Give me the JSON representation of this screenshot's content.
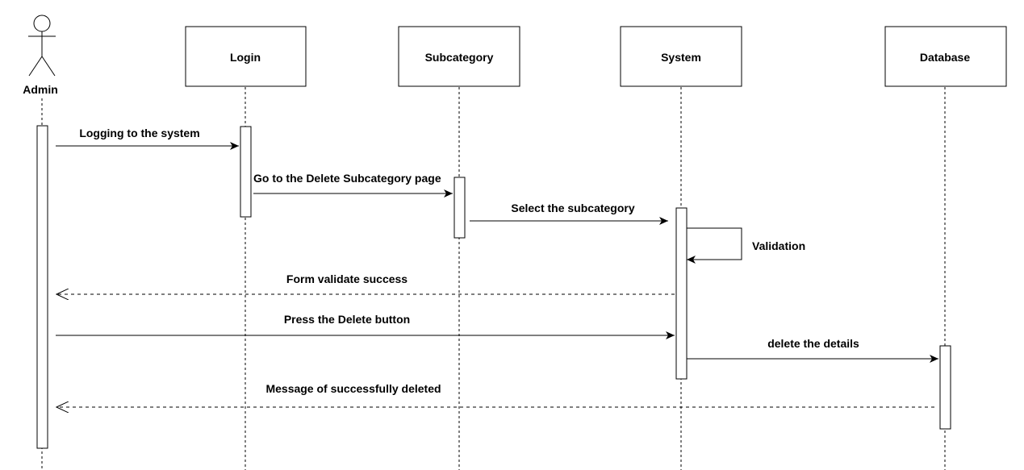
{
  "diagram": {
    "actor": {
      "label": "Admin"
    },
    "participants": [
      {
        "label": "Login"
      },
      {
        "label": "Subcategory"
      },
      {
        "label": "System"
      },
      {
        "label": "Database"
      }
    ],
    "messages": [
      {
        "label": "Logging to the system",
        "from": "Admin",
        "to": "Login",
        "kind": "sync"
      },
      {
        "label": "Go to the Delete Subcategory page",
        "from": "Login",
        "to": "Subcategory",
        "kind": "sync"
      },
      {
        "label": "Select the subcategory",
        "from": "Subcategory",
        "to": "System",
        "kind": "sync"
      },
      {
        "label": "Validation",
        "from": "System",
        "to": "System",
        "kind": "self"
      },
      {
        "label": "Form validate success",
        "from": "System",
        "to": "Admin",
        "kind": "return"
      },
      {
        "label": "Press the Delete button",
        "from": "Admin",
        "to": "System",
        "kind": "sync"
      },
      {
        "label": "delete the details",
        "from": "System",
        "to": "Database",
        "kind": "sync"
      },
      {
        "label": "Message of successfully deleted",
        "from": "Database",
        "to": "Admin",
        "kind": "return"
      }
    ]
  }
}
